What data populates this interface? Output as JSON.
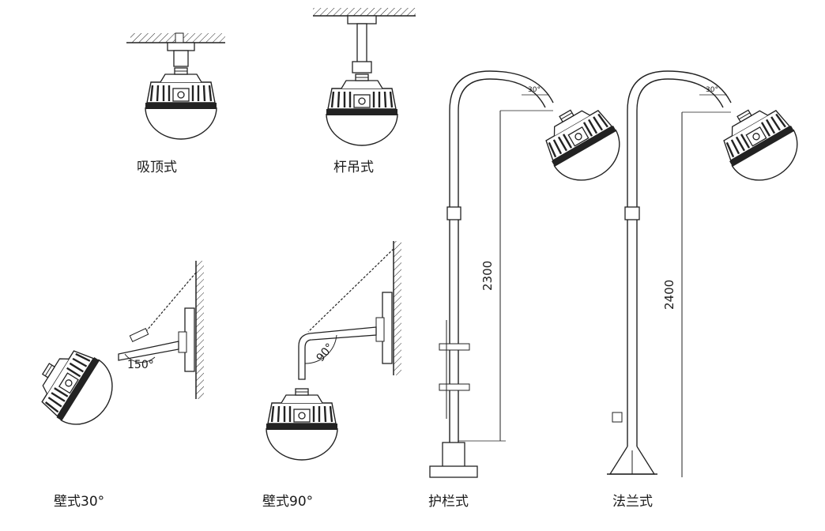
{
  "captions": {
    "ceiling": "吸顶式",
    "pendant": "杆吊式",
    "wall30": "壁式30°",
    "wall90": "壁式90°",
    "guardrail": "护栏式",
    "flange": "法兰式"
  },
  "dimensions": {
    "guardrail_height": "2300",
    "flange_height": "2400"
  },
  "angles": {
    "wall30_angle": "150°",
    "wall90_angle": "90°",
    "guardrail_tilt": "30°",
    "flange_tilt": "30°"
  }
}
